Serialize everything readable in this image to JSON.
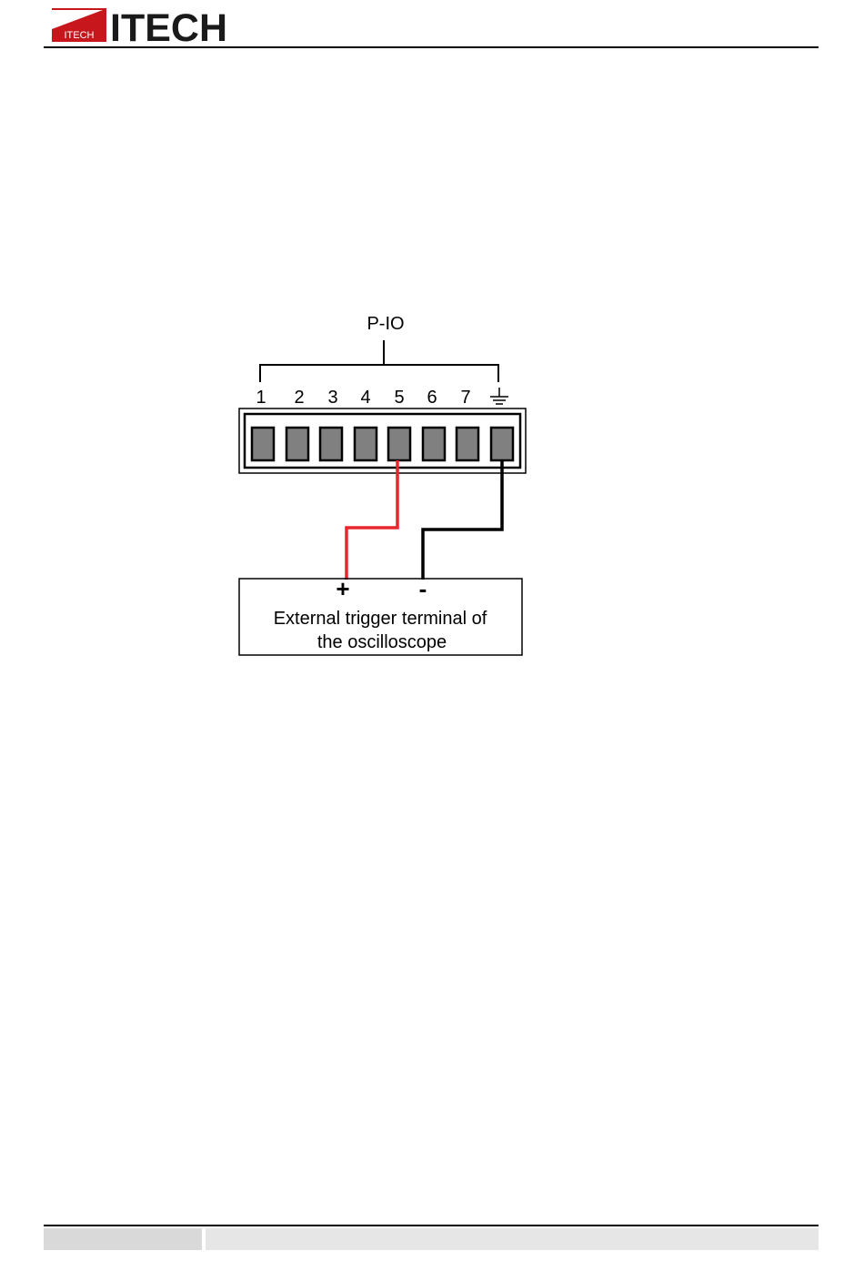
{
  "header": {
    "logo_badge_text": "ITECH",
    "logo_text": "ITECH",
    "brand_color": "#c8161d"
  },
  "diagram": {
    "connector_label": "P-IO",
    "pin_labels": [
      "1",
      "2",
      "3",
      "4",
      "5",
      "6",
      "7"
    ],
    "ground_symbol": "ground-icon",
    "plus_sign": "+",
    "minus_sign": "-",
    "terminal_line1": "External trigger terminal of",
    "terminal_line2": "the oscilloscope",
    "wire_colors": {
      "positive": "#e8262d",
      "negative": "#000000"
    },
    "pin_fill": "#808080"
  }
}
